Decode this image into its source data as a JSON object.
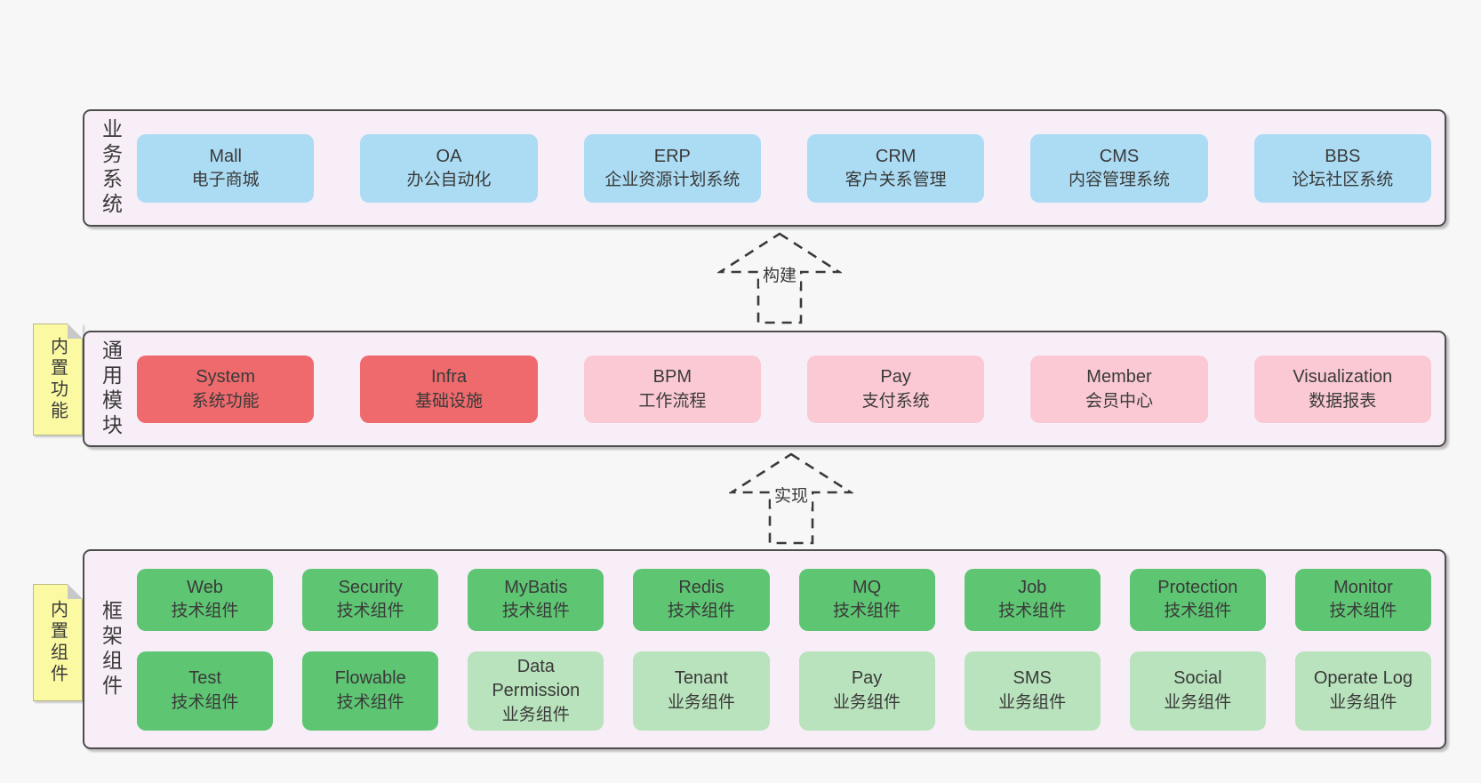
{
  "palette": {
    "background": "#f7f7f7",
    "container": "#f8eef7",
    "border": "#4d4d4d",
    "text": "#3a3a3a",
    "blue": "#abdcf4",
    "red": "#ee6a6c",
    "pink": "#fac9d3",
    "green": "#5ec573",
    "light_green": "#b9e3bc",
    "sticky": "#fbfaa3",
    "sticky_fold": "#c8c8c8"
  },
  "layers": [
    {
      "label": "业务系统",
      "boxes": [
        {
          "name": "Mall",
          "desc": "电子商城"
        },
        {
          "name": "OA",
          "desc": "办公自动化"
        },
        {
          "name": "ERP",
          "desc": "企业资源计划系统"
        },
        {
          "name": "CRM",
          "desc": "客户关系管理"
        },
        {
          "name": "CMS",
          "desc": "内容管理系统"
        },
        {
          "name": "BBS",
          "desc": "论坛社区系统"
        }
      ]
    },
    {
      "label": "通用模块",
      "sticky": "内置功能",
      "boxes": [
        {
          "name": "System",
          "desc": "系统功能"
        },
        {
          "name": "Infra",
          "desc": "基础设施"
        },
        {
          "name": "BPM",
          "desc": "工作流程"
        },
        {
          "name": "Pay",
          "desc": "支付系统"
        },
        {
          "name": "Member",
          "desc": "会员中心"
        },
        {
          "name": "Visualization",
          "desc": "数据报表"
        }
      ]
    },
    {
      "label": "框架组件",
      "sticky": "内置组件",
      "rows": [
        {
          "boxes": [
            {
              "name": "Web",
              "desc": "技术组件"
            },
            {
              "name": "Security",
              "desc": "技术组件"
            },
            {
              "name": "MyBatis",
              "desc": "技术组件"
            },
            {
              "name": "Redis",
              "desc": "技术组件"
            },
            {
              "name": "MQ",
              "desc": "技术组件"
            },
            {
              "name": "Job",
              "desc": "技术组件"
            },
            {
              "name": "Protection",
              "desc": "技术组件"
            },
            {
              "name": "Monitor",
              "desc": "技术组件"
            }
          ]
        },
        {
          "boxes": [
            {
              "name": "Test",
              "desc": "技术组件"
            },
            {
              "name": "Flowable",
              "desc": "技术组件"
            },
            {
              "name": "Data Permission",
              "desc": "业务组件"
            },
            {
              "name": "Tenant",
              "desc": "业务组件"
            },
            {
              "name": "Pay",
              "desc": "业务组件"
            },
            {
              "name": "SMS",
              "desc": "业务组件"
            },
            {
              "name": "Social",
              "desc": "业务组件"
            },
            {
              "name": "Operate Log",
              "desc": "业务组件"
            }
          ]
        }
      ]
    }
  ],
  "arrows": [
    {
      "label": "构建"
    },
    {
      "label": "实现"
    }
  ]
}
